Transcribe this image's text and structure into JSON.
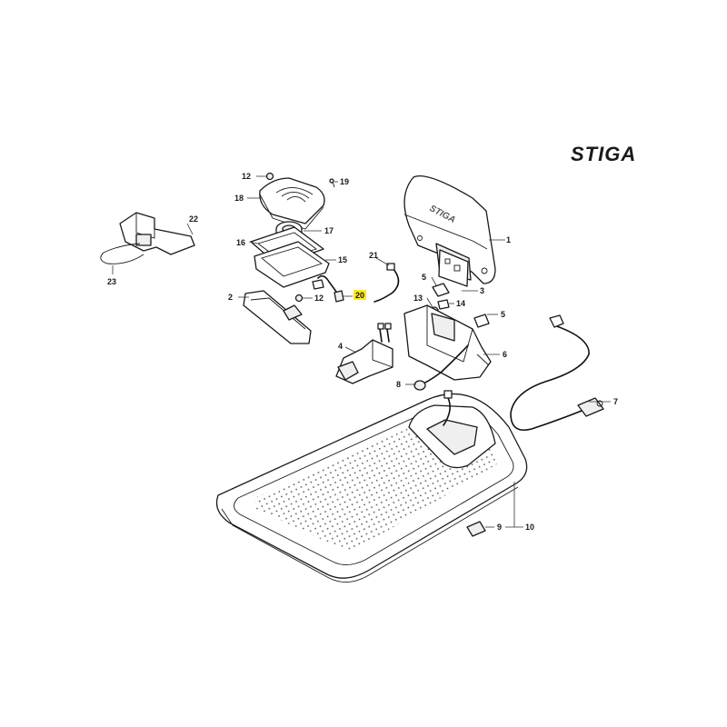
{
  "brand": {
    "logo_text": "STIGA",
    "accent_color": "#1a1a1a"
  },
  "highlight": {
    "part": "20",
    "color": "#fde81f"
  },
  "callouts": [
    "1",
    "2",
    "3",
    "4",
    "5",
    "5",
    "6",
    "7",
    "8",
    "9",
    "10",
    "12",
    "12",
    "13",
    "14",
    "15",
    "16",
    "17",
    "18",
    "19",
    "20",
    "21",
    "22",
    "23"
  ],
  "parts": {
    "p1": "1",
    "p2": "2",
    "p3": "3",
    "p4": "4",
    "p5a": "5",
    "p5b": "5",
    "p6": "6",
    "p7": "7",
    "p8": "8",
    "p9": "9",
    "p10": "10",
    "p12a": "12",
    "p12b": "12",
    "p13": "13",
    "p14": "14",
    "p15": "15",
    "p16": "16",
    "p17": "17",
    "p18": "18",
    "p19": "19",
    "p20": "20",
    "p21": "21",
    "p22": "22",
    "p23": "23"
  }
}
